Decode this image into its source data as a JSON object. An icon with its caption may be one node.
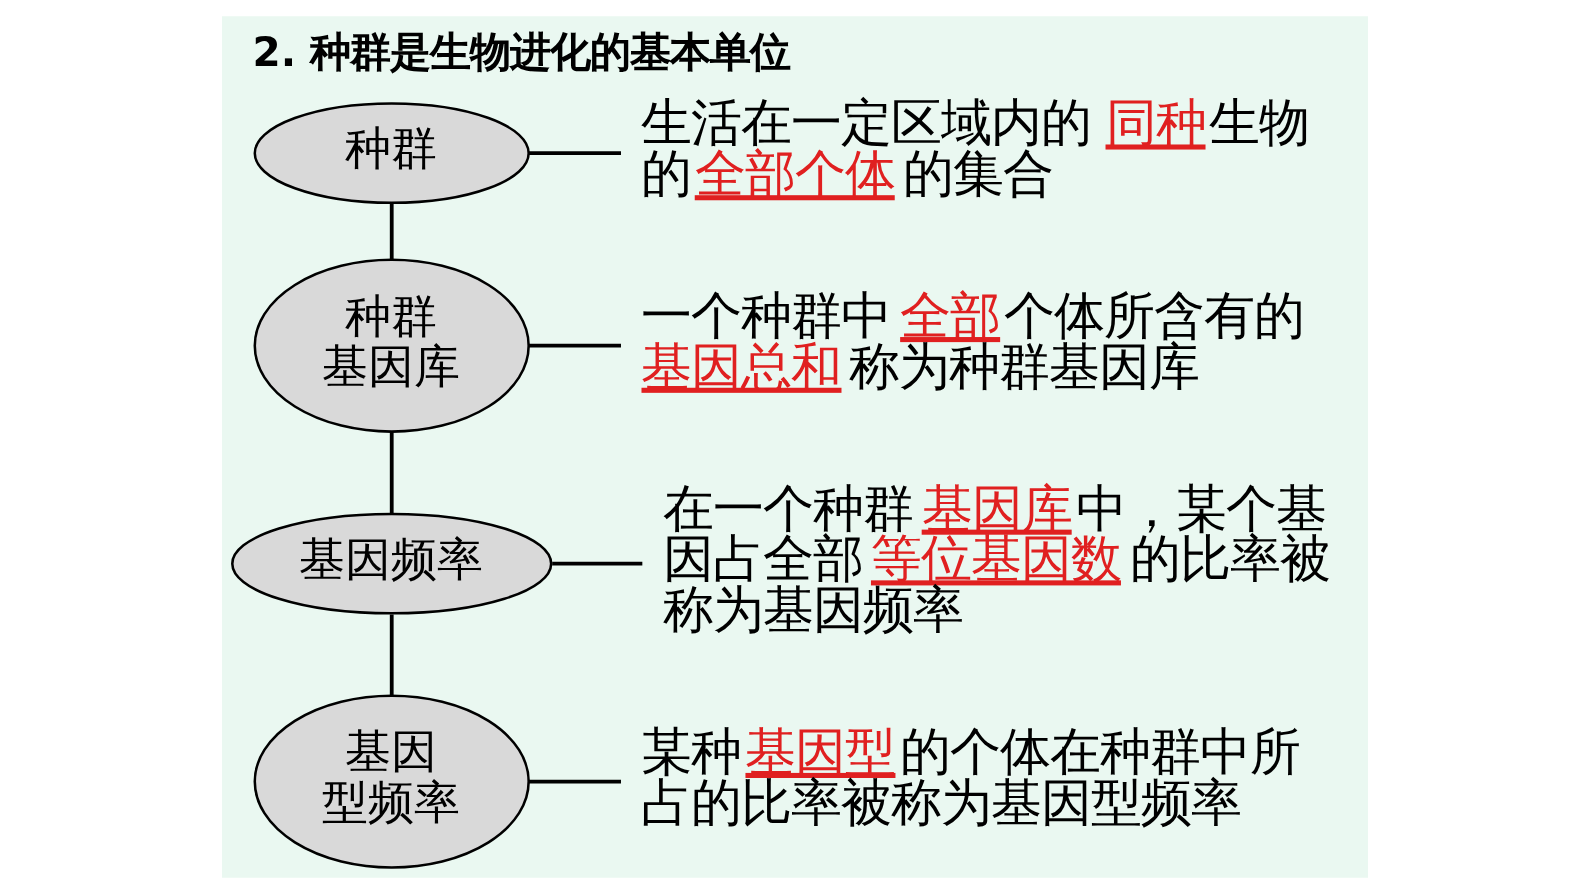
{
  "diagram": {
    "title": "2. 种群是生物进化的基本单位",
    "nodes": [
      {
        "text": [
          "种群"
        ]
      },
      {
        "text": [
          "生活在一定区域内的",
          "同种",
          "生物的",
          "全部个体",
          "的集合"
        ]
      },
      {
        "text": [
          "种群基因库"
        ]
      },
      {
        "text": [
          "一个种群中",
          "全部",
          "个体所含有的",
          "基因总和",
          "称为种群基因库"
        ]
      },
      {
        "text": [
          "基因频率"
        ]
      },
      {
        "text": [
          "在一个种群",
          "基因库",
          "中，某个基因占全部",
          "等位基因数",
          "的比率被称为基因频率"
        ]
      },
      {
        "text": [
          "基因型频率"
        ]
      },
      {
        "text": [
          "某种",
          "基因型",
          "的个体在种群中所占的比率被称为基因型频率"
        ]
      }
    ],
    "edges": [
      {
        "from": 0,
        "to": 1,
        "arrow": "none"
      },
      {
        "from": 0,
        "to": 2,
        "arrow": "none"
      },
      {
        "from": 2,
        "to": 3,
        "arrow": "none"
      },
      {
        "from": 2,
        "to": 4,
        "arrow": "none"
      },
      {
        "from": 4,
        "to": 5,
        "arrow": "none"
      },
      {
        "from": 4,
        "to": 6,
        "arrow": "none"
      },
      {
        "from": 6,
        "to": 7,
        "arrow": "none"
      }
    ]
  }
}
